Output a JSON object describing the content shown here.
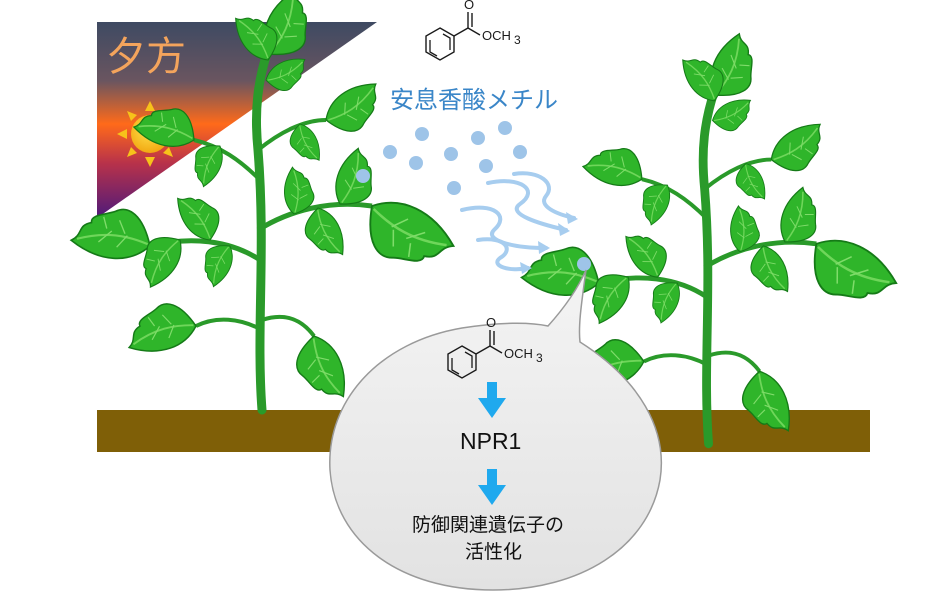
{
  "evening_label": "夕方",
  "compound_label": "安息香酸メチル",
  "methyl_group": "OCH",
  "methyl_subscript": "3",
  "carbonyl_oxygen": "O",
  "bubble": {
    "receptor": "NPR1",
    "outcome_line1": "防御関連遺伝子の",
    "outcome_line2": "活性化"
  },
  "colors": {
    "sky_top": "#3e4a62",
    "sky_mid": "#ff6a1a",
    "sky_bottom": "#5c1a78",
    "sun": "#f7c21a",
    "soil": "#7f5f07",
    "leaf": "#2fb52a",
    "leaf_dark": "#15801a",
    "stem": "#2a9a2a",
    "dot": "#9ec4e8",
    "arrow_blue": "#1fa9ee",
    "bubble_fill": "#ebebeb",
    "text_blue": "#3a86c8",
    "text_orange": "#f4a45c"
  }
}
